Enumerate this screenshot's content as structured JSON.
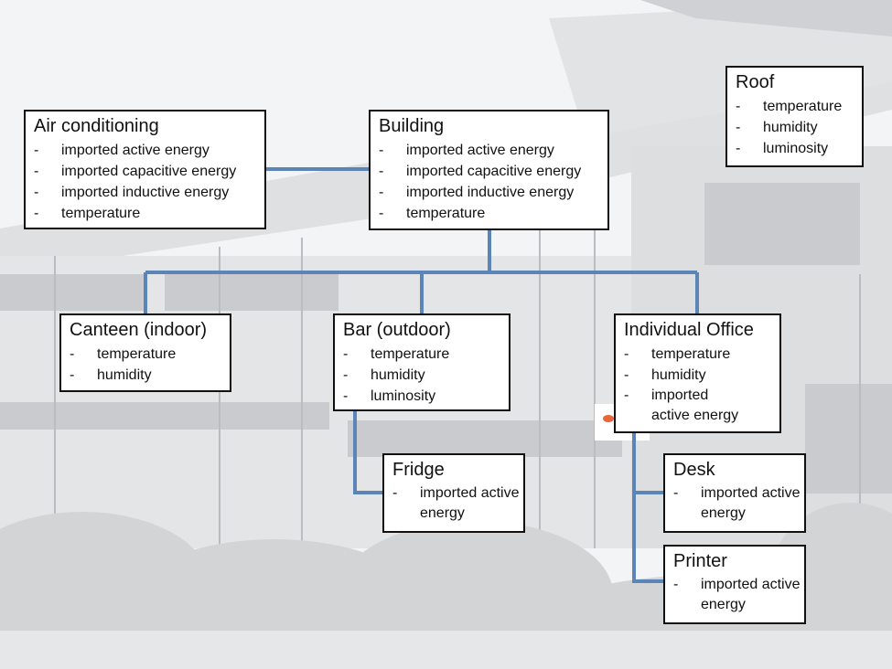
{
  "nodes": {
    "air_conditioning": {
      "title": "Air conditioning",
      "items": [
        "imported active energy",
        "imported capacitive energy",
        "imported inductive energy",
        "temperature"
      ]
    },
    "building": {
      "title": "Building",
      "items": [
        "imported active energy",
        "imported capacitive energy",
        "imported inductive energy",
        "temperature"
      ]
    },
    "roof": {
      "title": "Roof",
      "items": [
        "temperature",
        "humidity",
        "luminosity"
      ]
    },
    "canteen": {
      "title": "Canteen (indoor)",
      "items": [
        "temperature",
        "humidity"
      ]
    },
    "bar": {
      "title": "Bar (outdoor)",
      "items": [
        "temperature",
        "humidity",
        "luminosity"
      ]
    },
    "office": {
      "title": "Individual Office",
      "items": [
        "temperature",
        "humidity",
        "imported active energy"
      ]
    },
    "fridge": {
      "title": "Fridge",
      "items": [
        "imported active energy"
      ]
    },
    "desk": {
      "title": "Desk",
      "items": [
        "imported active energy"
      ]
    },
    "printer": {
      "title": "Printer",
      "items": [
        "imported active energy"
      ]
    }
  },
  "bullet": "-",
  "colors": {
    "connector": "#5b84b8",
    "box_border": "#111111",
    "box_fill": "#ffffff"
  }
}
